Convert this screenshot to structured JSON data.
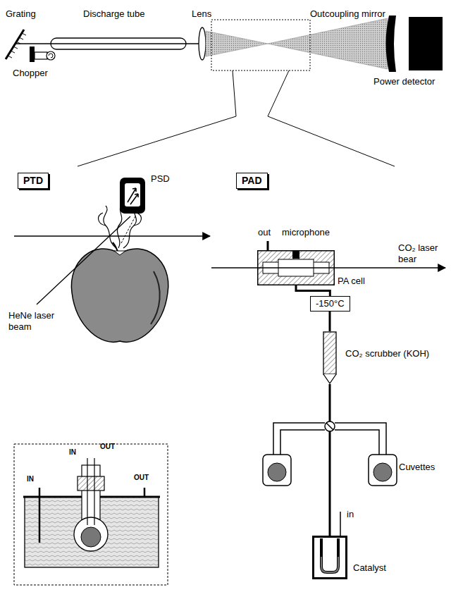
{
  "diagram": {
    "nodes": [
      {
        "text": [
          "Power detector"
        ]
      },
      {
        "text": [
          "PTD"
        ]
      },
      {
        "text": [
          "PSD"
        ]
      },
      {
        "text": [
          "PAD"
        ]
      },
      {
        "text": [
          "PA cell"
        ]
      },
      {
        "text": [
          "-150°C"
        ]
      },
      {
        "text": [
          "CO₂ scrubber (KOH)"
        ]
      },
      {
        "text": [
          "Catalyst"
        ]
      }
    ],
    "edges": [
      {
        "from": 4,
        "to": 5,
        "arrow": "none"
      },
      {
        "from": 5,
        "to": 6,
        "arrow": "none"
      },
      {
        "from": 6,
        "to": 7,
        "arrow": "none"
      }
    ],
    "labels": [
      "Grating",
      "Discharge tube",
      "Chopper",
      "Lens",
      "Outcoupling mirror",
      "out",
      "microphone",
      "CO₂ laser bear",
      "HeNe laser beam",
      "Cuvettes",
      "in",
      "IN",
      "OUT",
      "IN",
      "OUT"
    ]
  }
}
